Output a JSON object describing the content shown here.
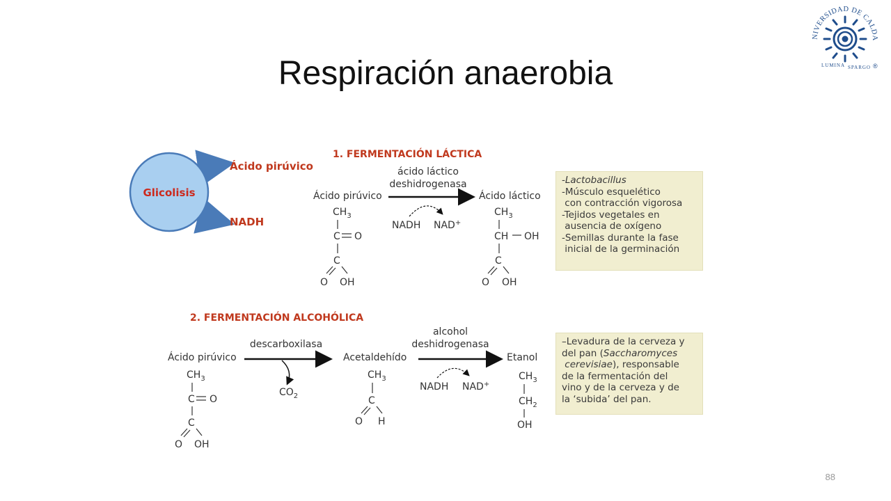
{
  "slide": {
    "title": "Respiración anaerobia",
    "page_number": "88"
  },
  "logo": {
    "arc_text": "UNIVERSIDAD DE CALDAS",
    "motto_left": "LUMINA",
    "motto_right": "SPARGO",
    "mark": "®",
    "color": "#1f4d8c"
  },
  "glycolysis": {
    "label": "Glicolisis",
    "out_top": "Ácido pirúvico",
    "out_bottom": "NADH",
    "circle_color": "#a9cff0",
    "arrow_color": "#4a7bb8",
    "label_color": "#cc2a1e",
    "out_color": "#c0391e"
  },
  "lactic": {
    "heading": "1. FERMENTACIÓN LÁCTICA",
    "substrate": "Ácido pirúvico",
    "enzyme_line1": "ácido láctico",
    "enzyme_line2": "deshidrogenasa",
    "product": "Ácido láctico",
    "cofactor_in": "NADH",
    "cofactor_out": "NAD",
    "cofactor_out_sup": "+",
    "pyruvate": {
      "c1": "CH",
      "c1_sub": "3",
      "c2": "C",
      "c2_group": "O",
      "c3": "C",
      "o": "O",
      "oh": "OH"
    },
    "lactate": {
      "c1": "CH",
      "c1_sub": "3",
      "c2": "CH",
      "c2_group": "OH",
      "c3": "C",
      "o": "O",
      "oh": "OH"
    },
    "box": [
      {
        "prefix": "-",
        "text": "Lactobacillus",
        "italic": true
      },
      {
        "prefix": "-",
        "text": "Músculo esquelético"
      },
      {
        "prefix": " ",
        "text": "con contracción vigorosa"
      },
      {
        "prefix": "-",
        "text": "Tejidos vegetales en"
      },
      {
        "prefix": " ",
        "text": "ausencia de oxígeno"
      },
      {
        "prefix": "-",
        "text": "Semillas durante la fase"
      },
      {
        "prefix": " ",
        "text": "inicial de la germinación"
      }
    ]
  },
  "alcoholic": {
    "heading": "2. FERMENTACIÓN ALCOHÓLICA",
    "substrate": "Ácido pirúvico",
    "enzyme1": "descarboxilasa",
    "byproduct": "CO",
    "byproduct_sub": "2",
    "intermediate": "Acetaldehído",
    "enzyme2_line1": "alcohol",
    "enzyme2_line2": "deshidrogenasa",
    "product": "Etanol",
    "cofactor_in": "NADH",
    "cofactor_out": "NAD",
    "cofactor_out_sup": "+",
    "pyruvate": {
      "c1": "CH",
      "c1_sub": "3",
      "c2": "C",
      "c2_group": "O",
      "c3": "C",
      "o": "O",
      "oh": "OH"
    },
    "acetaldehyde": {
      "c1": "CH",
      "c1_sub": "3",
      "c2": "C",
      "o": "O",
      "h": "H"
    },
    "ethanol": {
      "c1": "CH",
      "c1_sub": "3",
      "c2": "CH",
      "c2_sub": "2",
      "oh": "OH"
    },
    "box": [
      {
        "text": "–Levadura de la cerveza y"
      },
      {
        "text": " del pan (",
        "italic_part": "Saccharomyces"
      },
      {
        "text": ")",
        "italic_lead": "cerevisiae",
        "tail": ", responsable"
      },
      {
        "text": " de la fermentación del"
      },
      {
        "text": " vino y de la cerveza y de"
      },
      {
        "text": " la ‘subida’ del pan."
      }
    ]
  },
  "colors": {
    "heading": "#c0391e",
    "box_bg": "#f1eed0",
    "text": "#3a3a3a"
  }
}
